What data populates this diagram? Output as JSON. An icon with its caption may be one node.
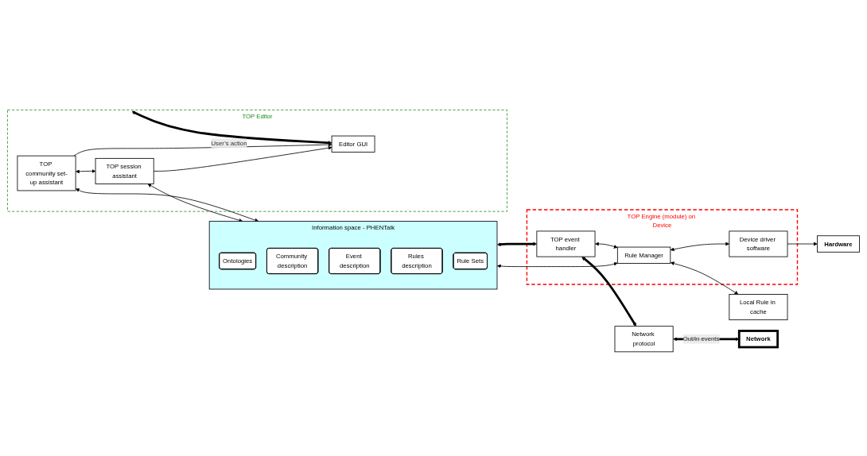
{
  "diagram": {
    "nodes": [
      {
        "text": [
          "TOP Editor"
        ]
      },
      {
        "text": [
          "TOP community set-up assistant"
        ],
        "in": 0
      },
      {
        "text": [
          "Editor GUI"
        ],
        "in": 0
      },
      {
        "text": [
          "TOP session assistant"
        ],
        "in": 0
      },
      {
        "text": [
          "Information space - PHENTalk"
        ]
      },
      {
        "text": [
          "Ontologies"
        ],
        "in": 4
      },
      {
        "text": [
          "Community description"
        ],
        "in": 4
      },
      {
        "text": [
          "Event description"
        ],
        "in": 4
      },
      {
        "text": [
          "Rules description"
        ],
        "in": 4
      },
      {
        "text": [
          "Rule Sets"
        ],
        "in": 4
      },
      {
        "text": [
          "TOP Engine (module) on Device"
        ]
      },
      {
        "text": [
          "TOP event handler"
        ],
        "in": 10
      },
      {
        "text": [
          "Rule Manager"
        ],
        "in": 10
      },
      {
        "text": [
          "Device driver software"
        ],
        "in": 10
      },
      {
        "text": [
          "Network protocol"
        ]
      },
      {
        "text": [
          "Local Rule in cache"
        ]
      },
      {
        "text": [
          "Hardware"
        ]
      },
      {
        "text": [
          "Network"
        ]
      }
    ],
    "edges": [
      {
        "from": null,
        "to": 2,
        "arrow": "both",
        "label": "User’s action",
        "style": "thick"
      },
      {
        "from": 1,
        "to": 4,
        "arrow": "both"
      },
      {
        "from": 1,
        "to": 3,
        "arrow": "both"
      },
      {
        "from": 1,
        "to": 2,
        "arrow": "to"
      },
      {
        "from": 3,
        "to": 2,
        "arrow": "to"
      },
      {
        "from": 3,
        "to": 4,
        "arrow": "both"
      },
      {
        "from": 4,
        "to": 11,
        "arrow": "both",
        "style": "thick"
      },
      {
        "from": 4,
        "to": 12,
        "arrow": "both"
      },
      {
        "from": 11,
        "to": 12,
        "arrow": "both"
      },
      {
        "from": 11,
        "to": 14,
        "arrow": "both",
        "style": "thick"
      },
      {
        "from": 12,
        "to": 15,
        "arrow": "both"
      },
      {
        "from": 12,
        "to": 13,
        "arrow": "both"
      },
      {
        "from": 13,
        "to": 16,
        "arrow": "to"
      },
      {
        "from": 14,
        "to": 17,
        "arrow": "both",
        "label": "Out/in events",
        "style": "thick"
      }
    ]
  }
}
